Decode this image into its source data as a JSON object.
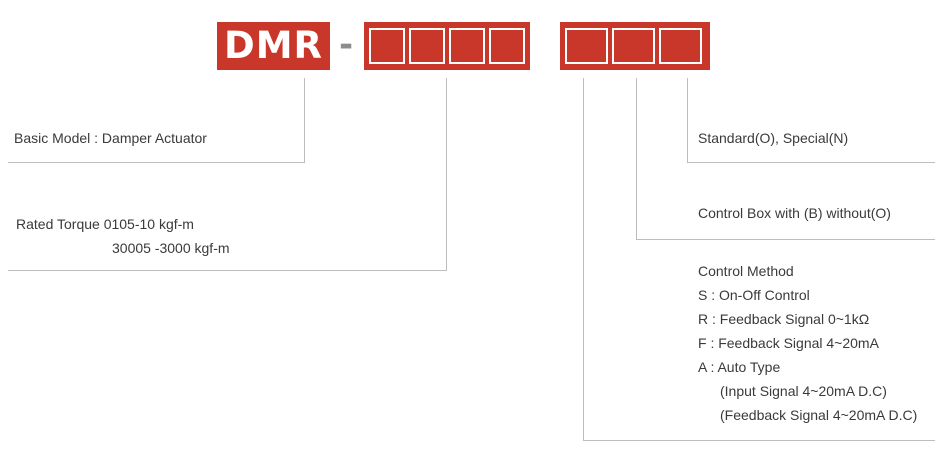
{
  "code": {
    "prefix": "DMR",
    "separator": "-"
  },
  "left_labels": {
    "basic_model": "Basic Model  : Damper Actuator",
    "rated_torque_line1": "Rated Torque 0105-10 kgf-m",
    "rated_torque_line2": "30005 -3000 kgf-m"
  },
  "right_labels": {
    "standard": "Standard(O), Special(N)",
    "control_box": "Control Box with (B) without(O)",
    "control_method_title": "Control Method",
    "control_method_items": [
      "S : On-Off Control",
      "R : Feedback Signal 0~1kΩ",
      "F : Feedback Signal 4~20mA",
      "A : Auto Type",
      "(Input Signal 4~20mA D.C)",
      "(Feedback  Signal 4~20mA D.C)"
    ]
  },
  "colors": {
    "accent": "#c8372a",
    "line": "#bdbdbd",
    "text": "#3a3a3a"
  }
}
